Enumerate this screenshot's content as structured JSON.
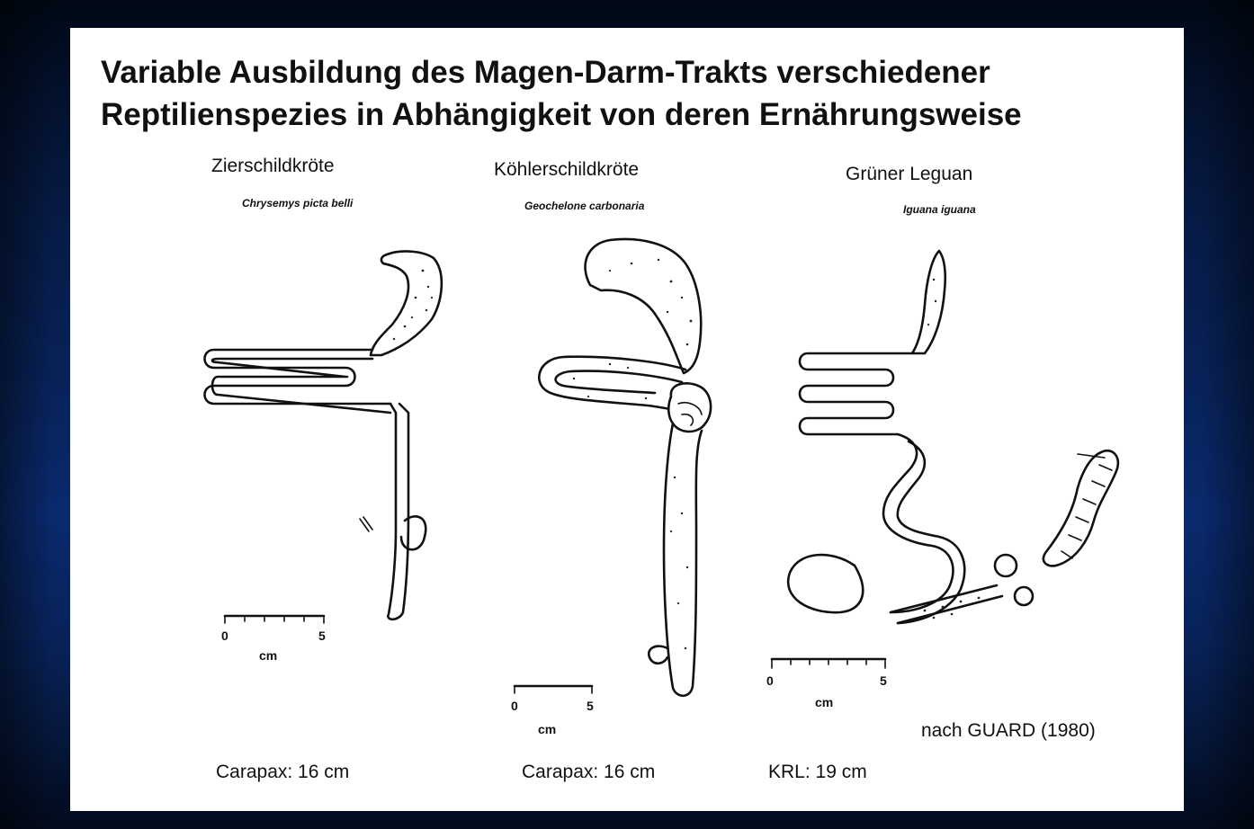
{
  "title": "Variable Ausbildung des Magen-Darm-Trakts verschiedener Reptilienspezies in Abhängigkeit von deren Ernährungsweise",
  "species": [
    {
      "common": "Zierschildkröte",
      "latin": "Chrysemys picta belli",
      "scale_min": "0",
      "scale_max": "5",
      "scale_unit": "cm",
      "size": "Carapax: 16 cm"
    },
    {
      "common": "Köhlerschildkröte",
      "latin": "Geochelone carbonaria",
      "scale_min": "0",
      "scale_max": "5",
      "scale_unit": "cm",
      "size": "Carapax: 16 cm"
    },
    {
      "common": "Grüner Leguan",
      "latin": "Iguana iguana",
      "scale_min": "0",
      "scale_max": "5",
      "scale_unit": "cm",
      "size": "KRL: 19 cm"
    }
  ],
  "source": "nach GUARD (1980)"
}
